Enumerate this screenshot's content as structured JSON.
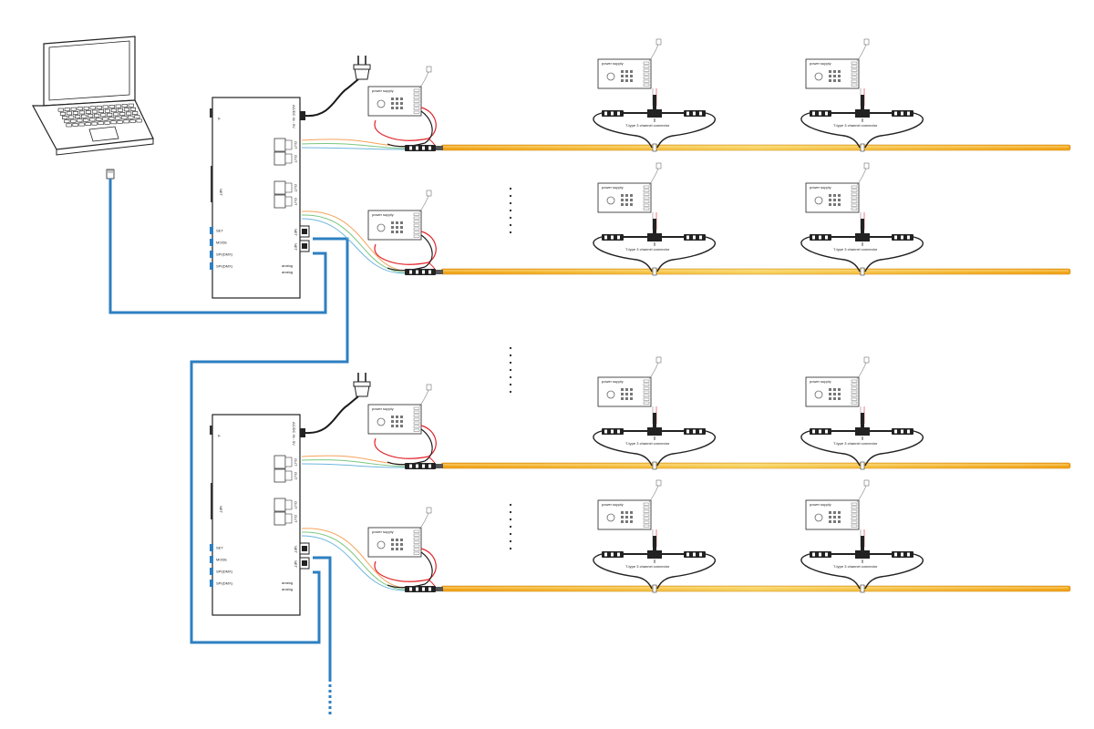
{
  "controller": {
    "buttons": [
      "SET",
      "MODE",
      "SPI(DMX)",
      "SPI(DMX)"
    ],
    "power_label": "AC/DC IN : 5V",
    "port_labels": [
      "OUT",
      "OUT",
      "OUT",
      "OUT"
    ],
    "net_labels": [
      "NET",
      "NET"
    ],
    "side_labels": [
      "A",
      "A"
    ],
    "small_labels": [
      "analog",
      "analog"
    ]
  },
  "power_supply": {
    "label": "power supply"
  },
  "connector": {
    "label": "T-type 3 channel connector"
  },
  "colors": {
    "network_cable": "#2d7fc1",
    "strip_top": "#f5b120",
    "strip_mid": "#f7cf5a",
    "strip_low": "#e8920c",
    "wire_red": "#e0232a",
    "wire_black": "#1a1a1a",
    "data_orange": "#f5a35a",
    "data_green": "#7bc77e",
    "data_blue": "#6fb6de",
    "outline": "#222222"
  }
}
